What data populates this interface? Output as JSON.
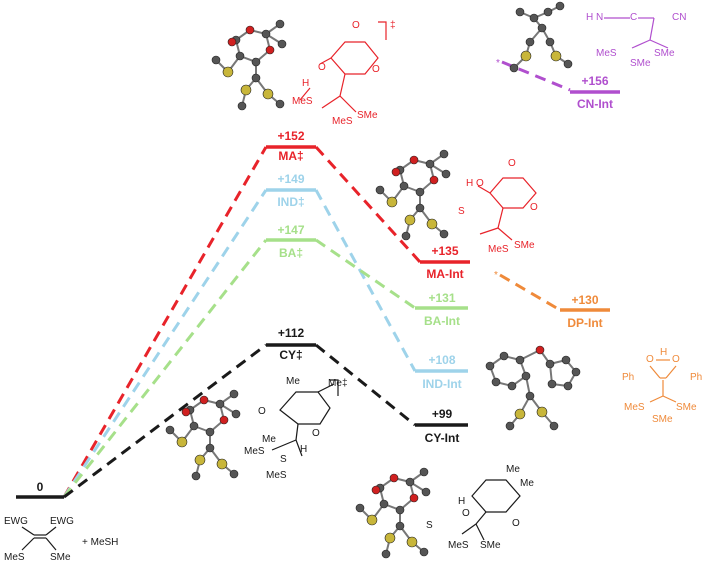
{
  "colors": {
    "red": "#e8232a",
    "blue": "#9ed3ea",
    "green": "#a6e08a",
    "black": "#1a1a1a",
    "orange": "#ef8a3a",
    "purple": "#b04fce",
    "sulfur": "#c8b63a",
    "oxygen": "#d02020",
    "carbon": "#555555"
  },
  "states": {
    "start": {
      "value": "0"
    },
    "ma_ts": {
      "value": "+152",
      "label": "MA‡"
    },
    "ind_ts": {
      "value": "+149",
      "label": "IND‡"
    },
    "ba_ts": {
      "value": "+147",
      "label": "BA‡"
    },
    "cy_ts": {
      "value": "+112",
      "label": "CY‡"
    },
    "ma_int": {
      "value": "+135",
      "label": "MA-Int"
    },
    "ba_int": {
      "value": "+131",
      "label": "BA-Int"
    },
    "ind_int": {
      "value": "+108",
      "label": "IND-Int"
    },
    "cy_int": {
      "value": "+99",
      "label": "CY-Int"
    },
    "dp_int": {
      "value": "+130",
      "label": "DP-Int"
    },
    "cn_int": {
      "value": "+156",
      "label": "CN-Int"
    }
  },
  "reactant": {
    "ewg_left": "EWG",
    "ewg_right": "EWG",
    "sme_left": "MeS",
    "sme_right": "SMe",
    "plus": "+ MeSH"
  },
  "ts_marks": {
    "dagger": "‡"
  },
  "structure_labels": {
    "h": "H",
    "o": "O",
    "s": "S",
    "mes": "MeS",
    "sme": "SMe",
    "me": "Me",
    "ph": "Ph",
    "cn": "CN",
    "n": "N",
    "c": "C",
    "equals": "="
  },
  "star": "*"
}
